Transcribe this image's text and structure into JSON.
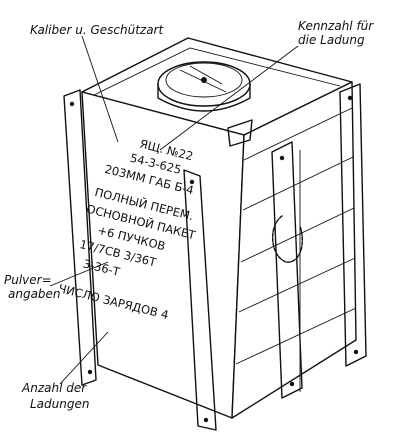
{
  "labels": {
    "caliber": "Kaliber u. Geschützart",
    "charge_id_line1": "Kennzahl für",
    "charge_id_line2": "die Ladung",
    "powder_line1": "Pulver=",
    "powder_line2": "angaben",
    "count_line1": "Anzahl der",
    "count_line2": "Ladungen"
  },
  "stencil": {
    "lines": [
      "ЯЩ. №22",
      "54-3-625",
      "203ММ ГАБ Б-4",
      "ПОЛНЫЙ  ПЕРЕМ.",
      "ОСНОВНОЙ  ПАКЕТ",
      "+6  ПУЧКОВ",
      "17/7СВ  3/36Т",
      "3-36-Т",
      "ЧИСЛО  ЗАРЯДОВ  4"
    ]
  },
  "colors": {
    "ink": "#111111",
    "paper": "#ffffff"
  },
  "icons": [
    "lid-ring-icon",
    "rope-handle-icon",
    "nail-head-icon"
  ]
}
